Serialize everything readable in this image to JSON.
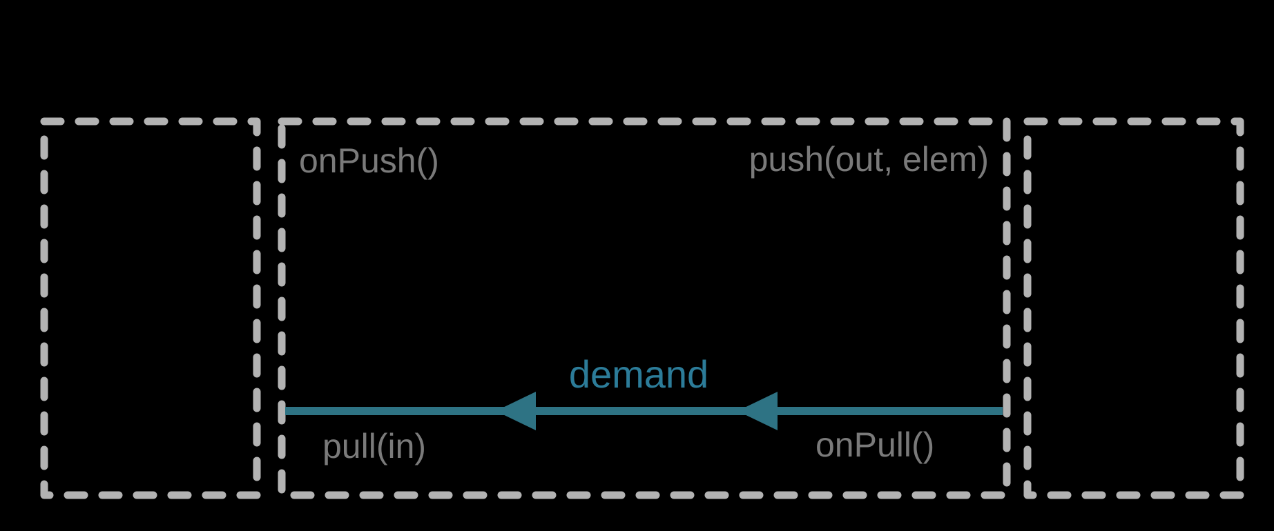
{
  "colors": {
    "background": "#000000",
    "box_border": "#b3b3b3",
    "label_gray": "#7a7a7a",
    "arrow": "#2e7384",
    "demand_teal": "#2c7c99"
  },
  "diagram": {
    "description": "stream stage callback diagram with dashed upstream box, stage box and downstream box",
    "stage_box": {
      "top_left_label": "onPush()",
      "top_right_label": "push(out, elem)",
      "bottom_left_label": "pull(in)",
      "bottom_right_label": "onPull()"
    },
    "arrow": {
      "label": "demand",
      "direction": "left"
    }
  }
}
